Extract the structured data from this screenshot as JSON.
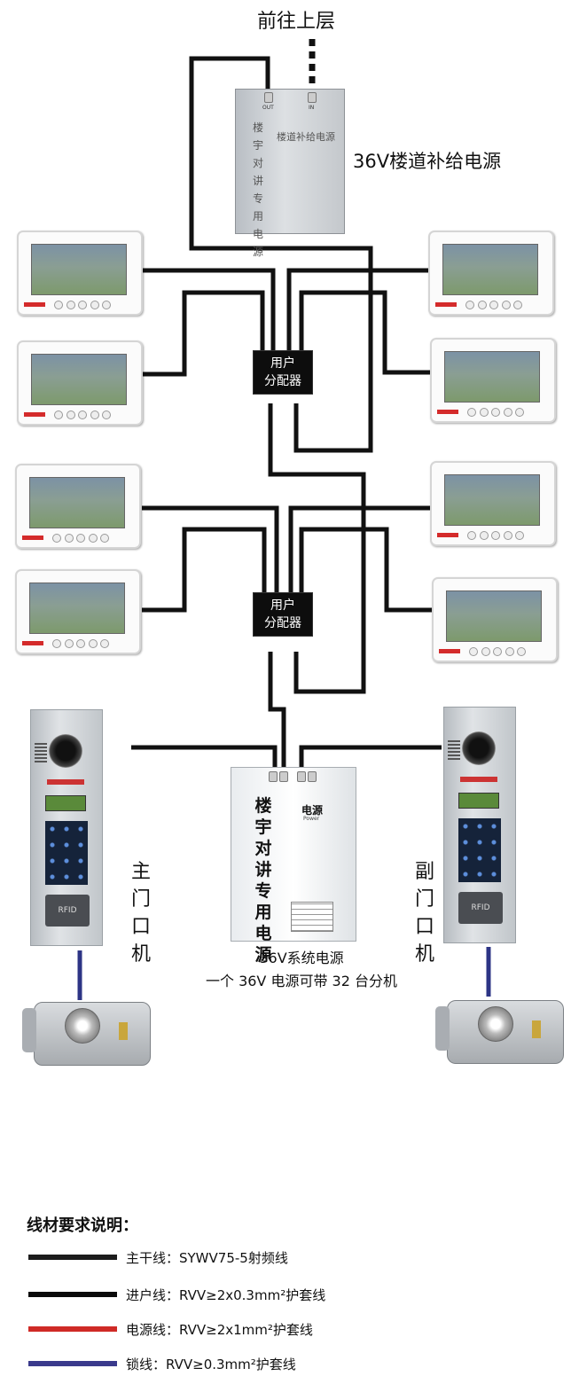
{
  "labels": {
    "upper": "前往上层",
    "supplementary_power": "36V楼道补给电源",
    "supp_box_vertical": "楼宇对讲专用电源",
    "supp_box_horizontal": "楼道补给电源",
    "port_out": "OUT",
    "port_in": "IN",
    "splitter": "用户\n分配器",
    "system_power_line1": "36V系统电源",
    "system_power_line2": "一个 36V 电源可带 32 台分机",
    "system_power_title": "楼宇对讲专用电源",
    "system_power_brand": "电源",
    "system_power_brand_sub": "Power",
    "main_door": "主门口机",
    "sub_door": "副门口机",
    "rfid": "RFID"
  },
  "legend": {
    "title": "线材要求说明：",
    "items": [
      {
        "label": "主干线：SYWV75-5射频线",
        "color": "#1c1c1c"
      },
      {
        "label": "进户线：RVV≥2x0.3mm²护套线",
        "color": "#0a0a0a"
      },
      {
        "label": "电源线：RVV≥2x1mm²护套线",
        "color": "#cf2a26"
      },
      {
        "label": "锁线：RVV≥0.3mm²护套线",
        "color": "#3a3a8c"
      }
    ]
  },
  "colors": {
    "wire": "#111111",
    "lock_wire": "#2d3485"
  }
}
